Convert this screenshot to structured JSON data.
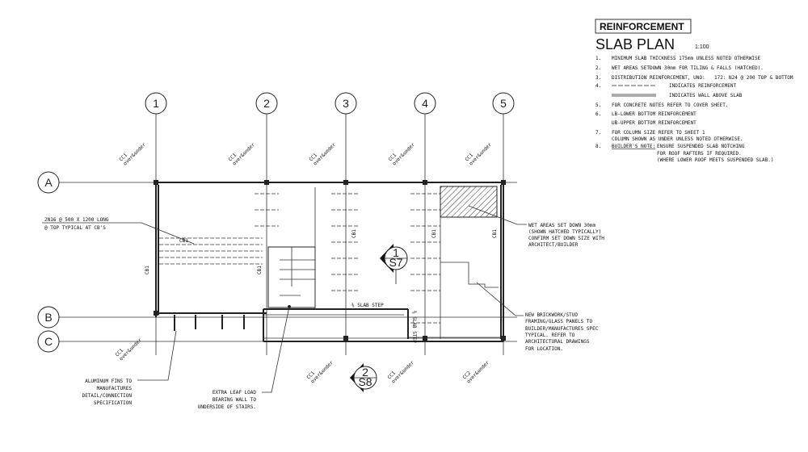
{
  "title_box": "REINFORCEMENT",
  "title": "SLAB PLAN",
  "scale": "1:100",
  "notes": [
    {
      "num": "1.",
      "text": "MINIMUM SLAB THICKNESS 175mm UNLESS NOTED OTHERWISE"
    },
    {
      "num": "2.",
      "text": "WET AREAS SETDOWN 30mm FOR TILING & FALLS (HATCHED)."
    },
    {
      "num": "3.",
      "text": "DISTRIBUTION REINFORCEMENT, UNO:",
      "extra": "172: N24 @ 200 TOP & BOTTOM"
    },
    {
      "num": "4.",
      "text": "INDICATES REINFORCEMENT",
      "text2": "INDICATES WALL ABOVE SLAB"
    },
    {
      "num": "5.",
      "text": "FOR CONCRETE NOTES REFER TO COVER SHEET."
    },
    {
      "num": "6.",
      "text": "LB-LOWER BOTTOM REINFORCEMENT",
      "text2": "UB-UPPER BOTTOM REINFORCEMENT"
    },
    {
      "num": "7.",
      "text": "FOR COLUMN SIZE REFER TO SHEET 1",
      "text2": "COLUMN SHOWN AS UNDER UNLESS NOTED OTHERWISE."
    },
    {
      "num": "8.",
      "label": "BUILDER'S NOTE:",
      "text": "ENSURE SUSPENDED SLAB NOTCHING",
      "text2": "FOR ROOF RAFTERS IF REQUIRED.",
      "text3": "(WHERE LOWER ROOF MEETS SUSPENDED SLAB.)"
    }
  ],
  "grid_columns": [
    "1",
    "2",
    "3",
    "4",
    "5"
  ],
  "grid_rows": [
    "A",
    "B",
    "C"
  ],
  "column_tag": {
    "cc1": "CC1",
    "cc2": "CC2",
    "over": "over&under"
  },
  "beam_labels": {
    "cb1": "CB1",
    "slab_step": "⅜ SLAB STEP",
    "slab_step_v": "⅜ SLAB STEP"
  },
  "sections": [
    {
      "num": "1",
      "sheet": "S7"
    },
    {
      "num": "2",
      "sheet": "S8"
    }
  ],
  "callouts": {
    "bars": [
      "2N16 @ 500 X 1200 LONG",
      "@ TOP TYPICAL AT CB'S"
    ],
    "wet": [
      "WET AREAS SET DOWN 30mm",
      "(SHOWN HATCHED TYPICALLY)",
      "CONFIRM SET DOWN SIZE WITH",
      "ARCHITECT/BUILDER"
    ],
    "brick": [
      "NEW BRICKWORK/STUD",
      "FRAMING/GLASS PANELS TO",
      "BUILDER/MANUFACTURES SPEC",
      "TYPICAL. REFER TO",
      "ARCHITECTURAL DRAWINGS",
      "FOR LOCATION."
    ],
    "fins": [
      "ALUMINUM FINS TO",
      "MANUFACTURES",
      "DETAIL/CONNECTION",
      "SPECIFICATION"
    ],
    "leaf": [
      "EXTRA LEAF LOAD",
      "BEARING WALL TO",
      "UNDERSIDE OF STAIRS."
    ]
  }
}
